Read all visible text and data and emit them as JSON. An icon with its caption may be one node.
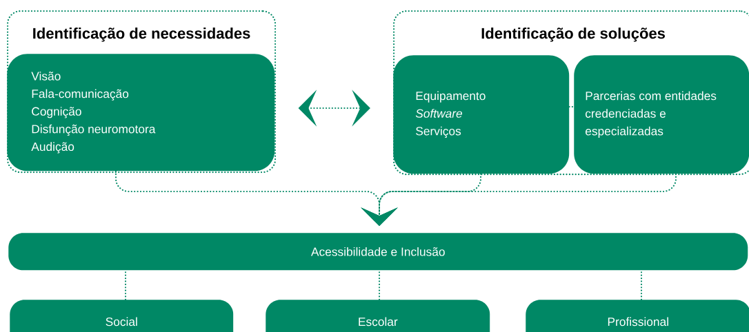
{
  "diagram": {
    "nodes": [
      {
        "text": [
          "Identificação de necessidades"
        ]
      },
      {
        "text": [
          "Visão",
          "Fala-comunicação",
          "Cognição",
          "Disfunção neuromotora",
          "Audição"
        ],
        "in": 0
      },
      {
        "text": [
          "Identificação de soluções"
        ]
      },
      {
        "text": [
          "Equipamento",
          "*Software*",
          "Serviços"
        ],
        "in": 2
      },
      {
        "text": [
          "Parcerias com entidades credenciadas e especializadas"
        ],
        "in": 2
      },
      {
        "text": [
          "Acessibilidade e Inclusão"
        ]
      },
      {
        "text": [
          "Social"
        ]
      },
      {
        "text": [
          "Escolar"
        ]
      },
      {
        "text": [
          "Profissional"
        ]
      }
    ],
    "edges": [
      {
        "from": 1,
        "to": 3,
        "arrow": "both"
      },
      {
        "from": 3,
        "to": 4,
        "arrow": "none"
      },
      {
        "from": 1,
        "to": 5,
        "arrow": "to"
      },
      {
        "from": 3,
        "to": 5,
        "arrow": "to"
      },
      {
        "from": 4,
        "to": 5,
        "arrow": "to"
      },
      {
        "from": 5,
        "to": 6,
        "arrow": "none"
      },
      {
        "from": 5,
        "to": 7,
        "arrow": "none"
      },
      {
        "from": 5,
        "to": 8,
        "arrow": "none"
      }
    ]
  }
}
